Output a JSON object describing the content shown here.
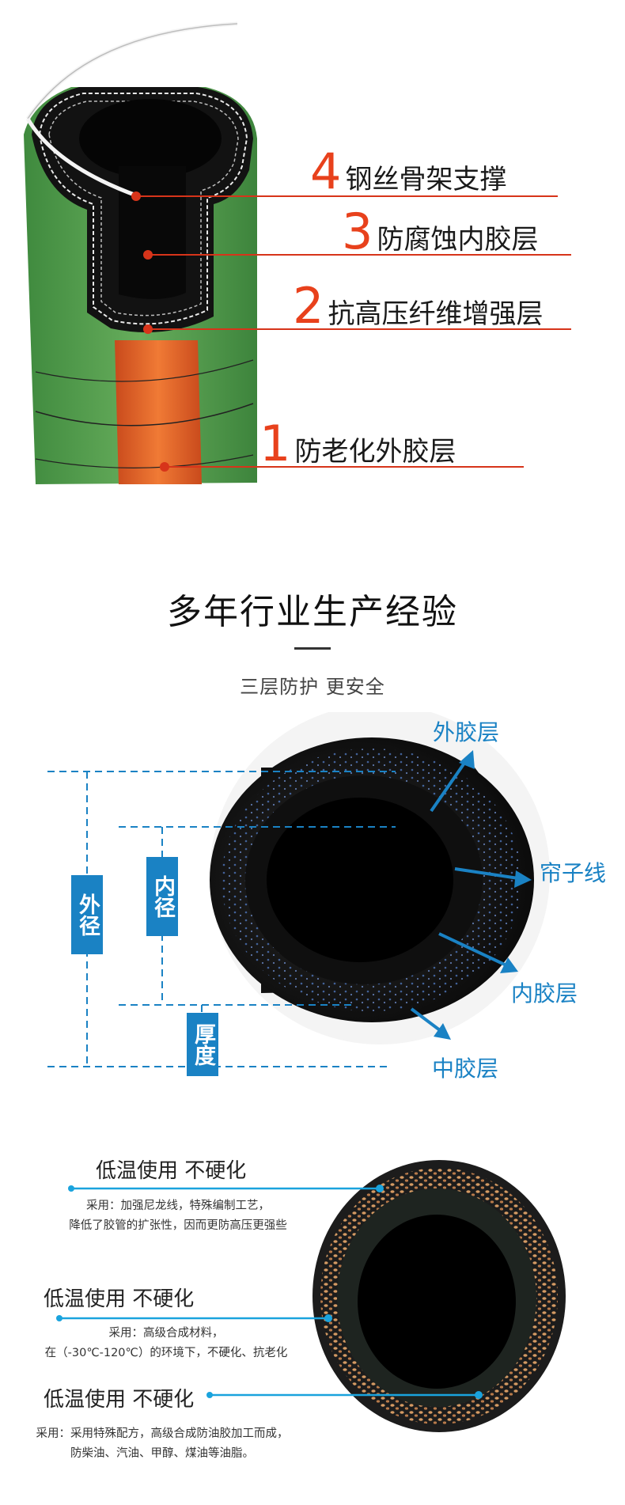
{
  "layers": [
    {
      "num": "4",
      "label": "钢丝骨架支撑"
    },
    {
      "num": "3",
      "label": "防腐蚀内胶层"
    },
    {
      "num": "2",
      "label": "抗高压纤维增强层"
    },
    {
      "num": "1",
      "label": "防老化外胶层"
    }
  ],
  "section2": {
    "title": "多年行业生产经验",
    "subtitle": "三层防护   更安全",
    "dims": {
      "outer": "外径",
      "inner": "内径",
      "thickness": "厚度"
    },
    "callouts": {
      "outer_layer": "外胶层",
      "cord": "帘子线",
      "inner_layer": "内胶层",
      "middle_layer": "中胶层"
    }
  },
  "section3": {
    "features": [
      {
        "heading": "低温使用  不硬化",
        "desc": [
          "采用：加强尼龙线，特殊编制工艺，",
          "降低了胶管的扩张性，因而更防高压更强些"
        ]
      },
      {
        "heading": "低温使用  不硬化",
        "desc": [
          "采用：高级合成材料，",
          "在（-30℃-120℃）的环境下，不硬化、抗老化"
        ]
      },
      {
        "heading": "低温使用  不硬化",
        "desc": [
          "采用：采用特殊配方，高级合成防油胶加工而成，",
          "防柴油、汽油、甲醇、煤油等油脂。"
        ]
      }
    ]
  },
  "colors": {
    "accent_red": "#e8411c",
    "accent_blue": "#1a82c4",
    "hose_green": "#4e9a4a",
    "hose_orange": "#e8682a"
  }
}
